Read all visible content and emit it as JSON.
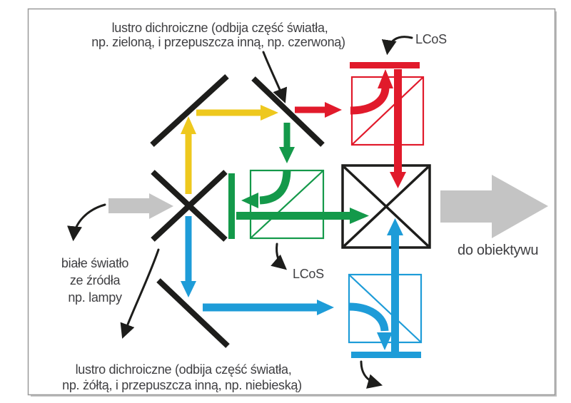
{
  "labels": {
    "top_dichroic_line1": "lustro dichroiczne (odbija część światła,",
    "top_dichroic_line2": "np. zieloną, i przepuszcza inną, np. czerwoną)",
    "lcos_top": "LCoS",
    "lcos_middle": "LCoS",
    "white_light_line1": "białe światło",
    "white_light_line2": "ze źródła",
    "white_light_line3": "np. lampy",
    "bottom_dichroic_line1": "lustro dichroiczne (odbija część światła,",
    "bottom_dichroic_line2": "np. żółtą, i przepuszcza inną, np. niebieską)",
    "output": "do obiektywu"
  },
  "colors": {
    "red": "#e11a2b",
    "green": "#14994a",
    "blue": "#1e9cd8",
    "yellow": "#eec81e",
    "gray_beam": "#c4c4c4",
    "black": "#1d1d1b",
    "text": "#3f3f42",
    "frame": "#999999"
  }
}
